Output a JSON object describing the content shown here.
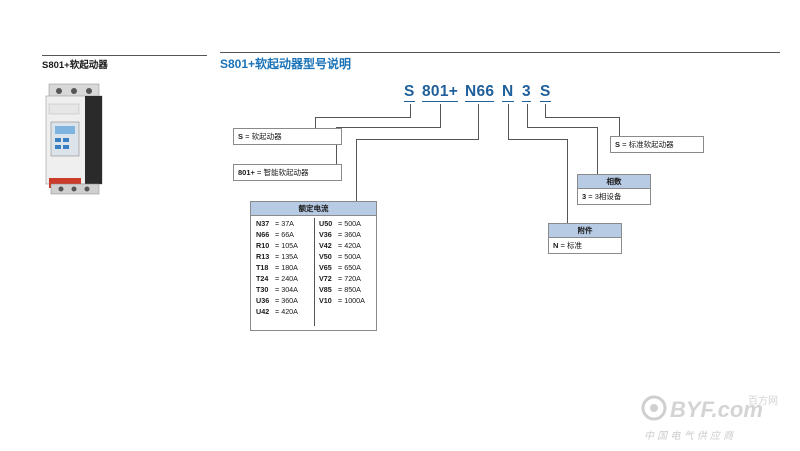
{
  "left_title": "S801+软起动器",
  "right_title": "S801+软起动器型号说明",
  "code": {
    "s": "S",
    "series": "801+",
    "current": "N66",
    "variant": "N",
    "phase": "3",
    "suffix": "S"
  },
  "legend": {
    "s": {
      "key": "S",
      "text": " = 软起动器"
    },
    "series": {
      "key": "801+",
      "text": " = 智能软起动器"
    },
    "suffix": {
      "key": "S",
      "text": " = 标准软起动器"
    },
    "phase": {
      "title": "相数",
      "key": "3",
      "text": " = 3相设备"
    },
    "variant": {
      "title": "附件",
      "key": "N",
      "text": " = 标准"
    }
  },
  "rated_current": {
    "title": "额定电流",
    "left": [
      {
        "code": "N37",
        "value": " = 37A"
      },
      {
        "code": "N66",
        "value": " = 66A"
      },
      {
        "code": "R10",
        "value": " = 105A"
      },
      {
        "code": "R13",
        "value": " = 135A"
      },
      {
        "code": "T18",
        "value": " = 180A"
      },
      {
        "code": "T24",
        "value": " = 240A"
      },
      {
        "code": "T30",
        "value": " = 304A"
      },
      {
        "code": "U36",
        "value": " = 360A"
      },
      {
        "code": "U42",
        "value": " = 420A"
      }
    ],
    "right": [
      {
        "code": "U50",
        "value": " = 500A"
      },
      {
        "code": "V36",
        "value": " = 360A"
      },
      {
        "code": "V42",
        "value": " = 420A"
      },
      {
        "code": "V50",
        "value": " = 500A"
      },
      {
        "code": "V65",
        "value": " = 650A"
      },
      {
        "code": "V72",
        "value": " = 720A"
      },
      {
        "code": "V85",
        "value": " = 850A"
      },
      {
        "code": "V10",
        "value": " = 1000A"
      }
    ]
  },
  "watermark": {
    "brand": "BYF.com",
    "brand_cn": "百方网",
    "tagline": "中 国 电 气 供 应 商"
  }
}
